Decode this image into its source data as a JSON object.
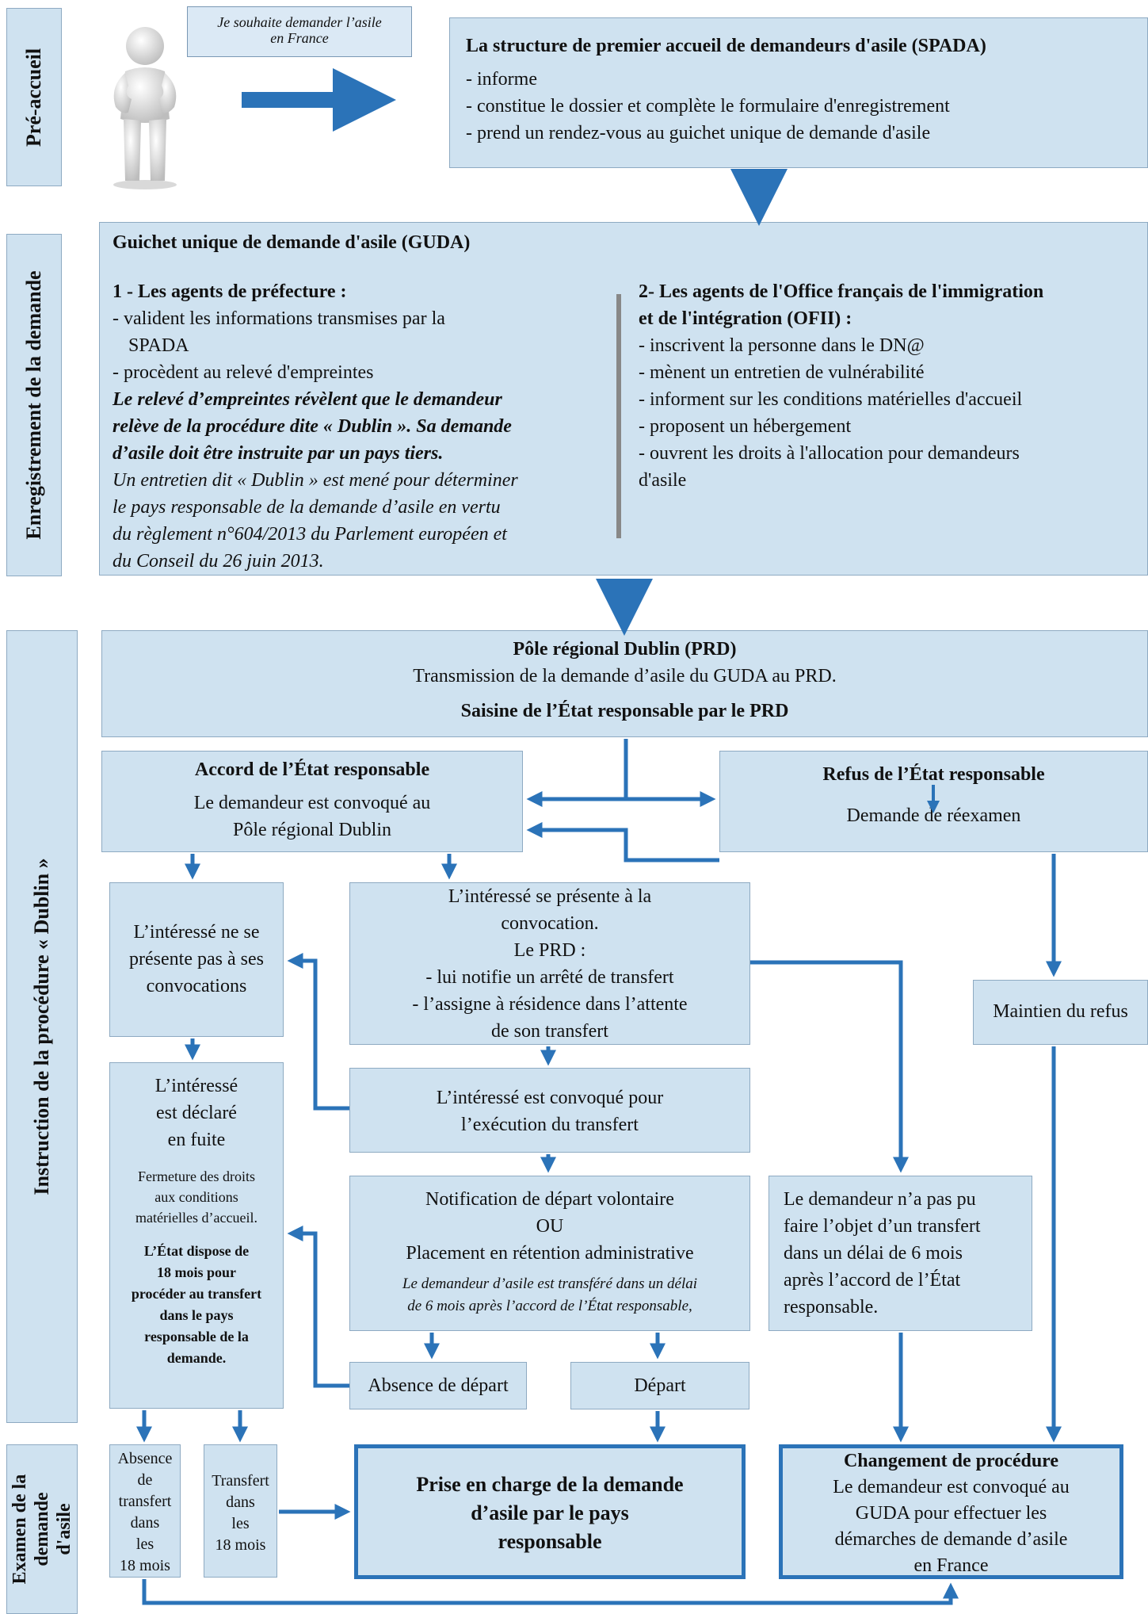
{
  "side_labels": {
    "pre_accueil": "Pré-accueil",
    "enregistrement": "Enregistrement de la demande",
    "instruction": "Instruction de la procédure « Dublin »",
    "examen_l1": "Examen de la",
    "examen_l2": "demande",
    "examen_l3": "d'asile"
  },
  "bubble": {
    "line1": "Je souhaite demander l’asile",
    "line2": "en France"
  },
  "spada": {
    "title": "La structure de premier accueil de demandeurs d'asile (SPADA)",
    "items": [
      "- informe",
      "- constitue le dossier et complète le formulaire d'enregistrement",
      "- prend un rendez-vous au guichet unique de demande d'asile"
    ]
  },
  "guda": {
    "title": "Guichet unique de demande d'asile (GUDA)",
    "left_title": "1 - Les agents de préfecture :",
    "left_items": [
      "- valident les informations transmises par la",
      "SPADA",
      "- procèdent au relevé d'empreintes"
    ],
    "left_bold": [
      "Le relevé d’empreintes révèlent que le demandeur",
      "relève de la procédure dite « Dublin ». Sa demande",
      "d’asile doit être instruite par un pays tiers."
    ],
    "left_italic": [
      "Un entretien dit « Dublin » est mené pour déterminer",
      "le pays responsable de la demande d’asile en vertu",
      "du règlement n°604/2013 du Parlement européen et",
      "du Conseil du 26 juin 2013."
    ],
    "right_title": [
      "2- Les agents de l'Office français de l'immigration",
      "et de l'intégration (OFII) :"
    ],
    "right_items": [
      "- inscrivent la personne dans le DN@",
      "- mènent un entretien de vulnérabilité",
      "- informent sur les conditions matérielles d'accueil",
      "- proposent un hébergement",
      "- ouvrent les droits à l'allocation pour demandeurs",
      "d'asile"
    ]
  },
  "prd": {
    "title": "Pôle régional Dublin (PRD)",
    "line": "Transmission de la demande d’asile du GUDA au PRD.",
    "saisine": "Saisine de l’État responsable par le PRD"
  },
  "accord": {
    "title": "Accord de l’État responsable",
    "line1": "Le demandeur est convoqué au",
    "line2": "Pôle régional Dublin"
  },
  "refus": {
    "title": "Refus de l’État responsable",
    "line": "Demande de réexamen"
  },
  "ne_presente": [
    "L’intéressé ne se",
    "présente pas à ses",
    "convocations"
  ],
  "presente": [
    "L’intéressé se présente à la",
    "convocation.",
    "Le PRD :",
    "- lui notifie un arrêté de transfert",
    "- l’assigne à résidence dans l’attente",
    "de son transfert"
  ],
  "maintien": "Maintien du refus",
  "fuite": {
    "lines": [
      "L’intéressé",
      "est déclaré",
      "en fuite"
    ],
    "small": [
      "Fermeture des droits",
      "aux conditions",
      "matérielles d’accueil."
    ],
    "bold": [
      "L’État dispose de",
      "18 mois pour",
      "procéder au transfert",
      "dans le pays",
      "responsable de la",
      "demande."
    ]
  },
  "execution": [
    "L’intéressé est convoqué pour",
    "l’exécution du transfert"
  ],
  "notification": {
    "lines": [
      "Notification de départ volontaire",
      "OU",
      "Placement en rétention administrative"
    ],
    "italic": [
      "Le demandeur d’asile est transféré dans un délai",
      "de 6 mois après l’accord de l’État responsable,"
    ]
  },
  "pas_transfert": [
    "Le demandeur n’a pas pu",
    "faire l’objet d’un transfert",
    "dans un délai de 6 mois",
    "après l’accord de l’État",
    "responsable."
  ],
  "absence_depart": "Absence de départ",
  "depart": "Départ",
  "absence_transfert": [
    "Absence",
    "de",
    "transfert",
    "dans",
    "les",
    "18 mois"
  ],
  "transfert_18": [
    "Transfert",
    "dans",
    "les",
    "18 mois"
  ],
  "prise_en_charge": [
    "Prise en charge de la demande",
    "d’asile par le pays",
    "responsable"
  ],
  "changement": {
    "title": "Changement de procédure",
    "lines": [
      "Le demandeur est convoqué au",
      "GUDA pour effectuer les",
      "démarches de demande d’asile",
      "en France"
    ]
  },
  "colors": {
    "box": "#cfe2f0",
    "border": "#8eaac2",
    "arrow": "#2b73b8"
  }
}
